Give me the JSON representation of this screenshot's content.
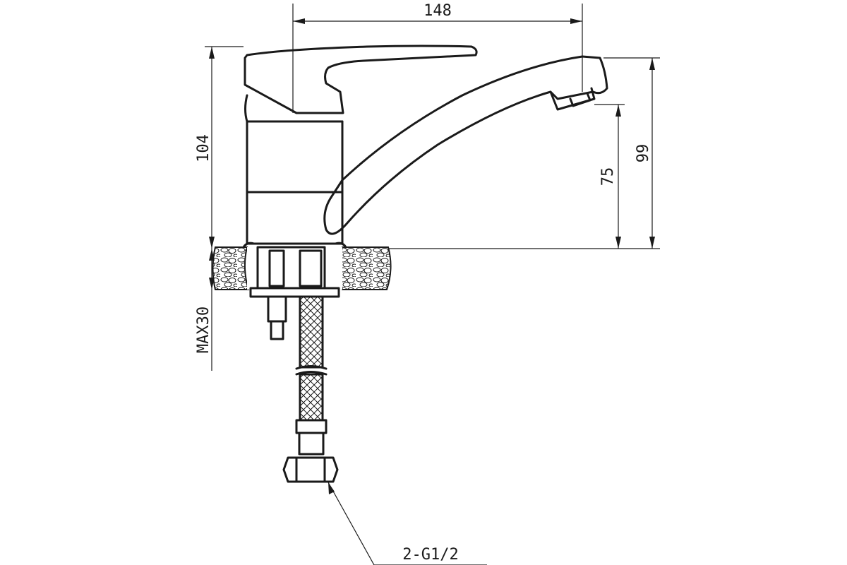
{
  "drawing": {
    "subject": "single-lever faucet technical drawing",
    "stroke_color": "#1a1a1a",
    "background": "#ffffff"
  },
  "dimensions": {
    "width_top": "148",
    "height_left": "104",
    "spout_height": "75",
    "total_height_right": "99",
    "deck_thickness": "MAX30",
    "thread_callout": "2-G1/2"
  }
}
